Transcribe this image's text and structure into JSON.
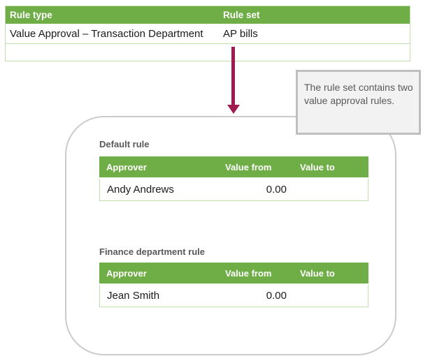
{
  "colors": {
    "header_green": "#6fad47",
    "table_border_green": "#c2dcad",
    "arrow_maroon": "#a01b50",
    "callout_bg": "#f2f2f2",
    "callout_border": "#bfbfbf",
    "container_border": "#cbcbcb",
    "muted_text": "#595959",
    "header_text": "#ffffff"
  },
  "top_table": {
    "columns": [
      "Rule type",
      "Rule set"
    ],
    "rows": [
      {
        "rule_type": "Value Approval – Transaction Department",
        "rule_set": "AP bills"
      },
      {
        "rule_type": "",
        "rule_set": ""
      }
    ]
  },
  "callout": {
    "text": "The rule set contains two value approval rules."
  },
  "rule_tables": [
    {
      "title": "Default rule",
      "columns": [
        "Approver",
        "Value from",
        "Value to"
      ],
      "rows": [
        {
          "approver": "Andy Andrews",
          "value_from": "0.00",
          "value_to": ""
        }
      ]
    },
    {
      "title": "Finance department rule",
      "columns": [
        "Approver",
        "Value from",
        "Value to"
      ],
      "rows": [
        {
          "approver": "Jean Smith",
          "value_from": "0.00",
          "value_to": ""
        }
      ]
    }
  ]
}
